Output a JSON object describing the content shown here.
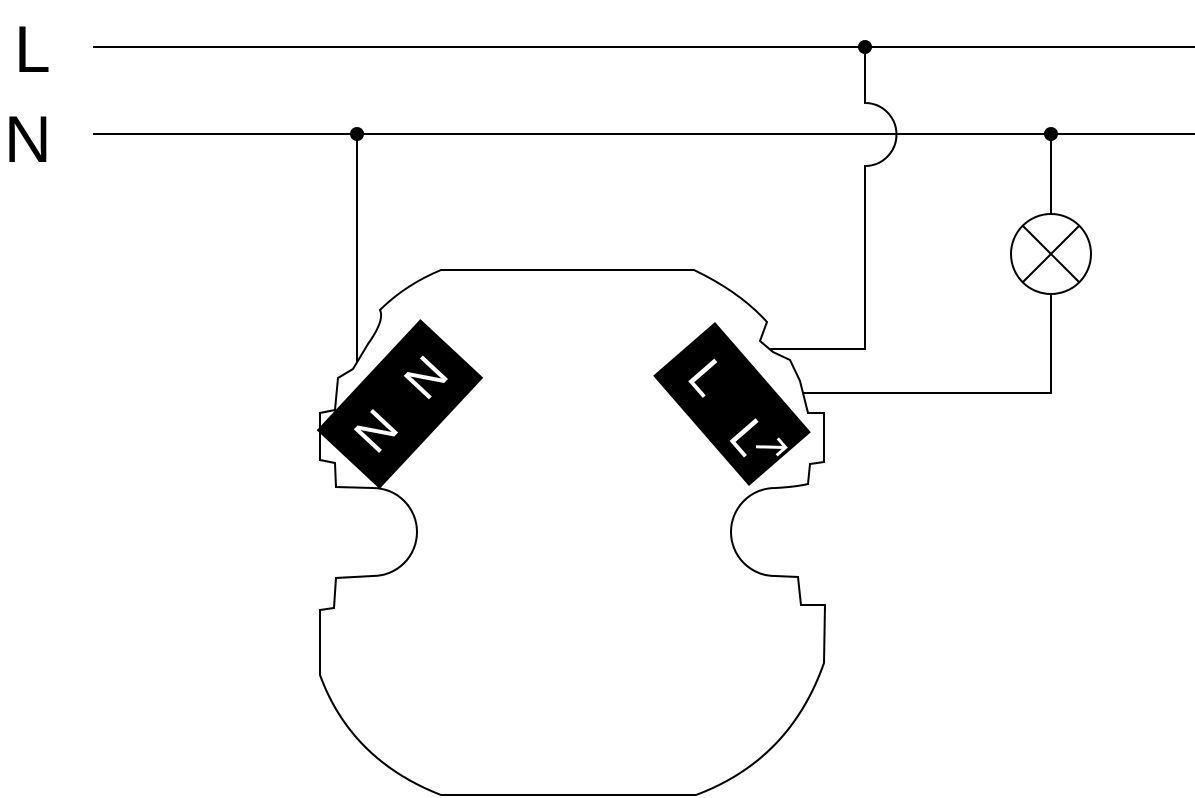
{
  "diagram": {
    "rails": {
      "live_label": "L",
      "neutral_label": "N"
    },
    "device": {
      "neutral_block": {
        "terminal_1_label": "N",
        "terminal_2_label": "N"
      },
      "live_block": {
        "live_in_label": "L",
        "switched_out_label": "L",
        "output_arrow_icon": "arrow-up-right-icon"
      }
    },
    "load": {
      "icon": "lamp-icon"
    },
    "colors": {
      "line": "#000000",
      "background": "#ffffff",
      "terminal_block": "#000000",
      "terminal_text": "#ffffff"
    }
  }
}
